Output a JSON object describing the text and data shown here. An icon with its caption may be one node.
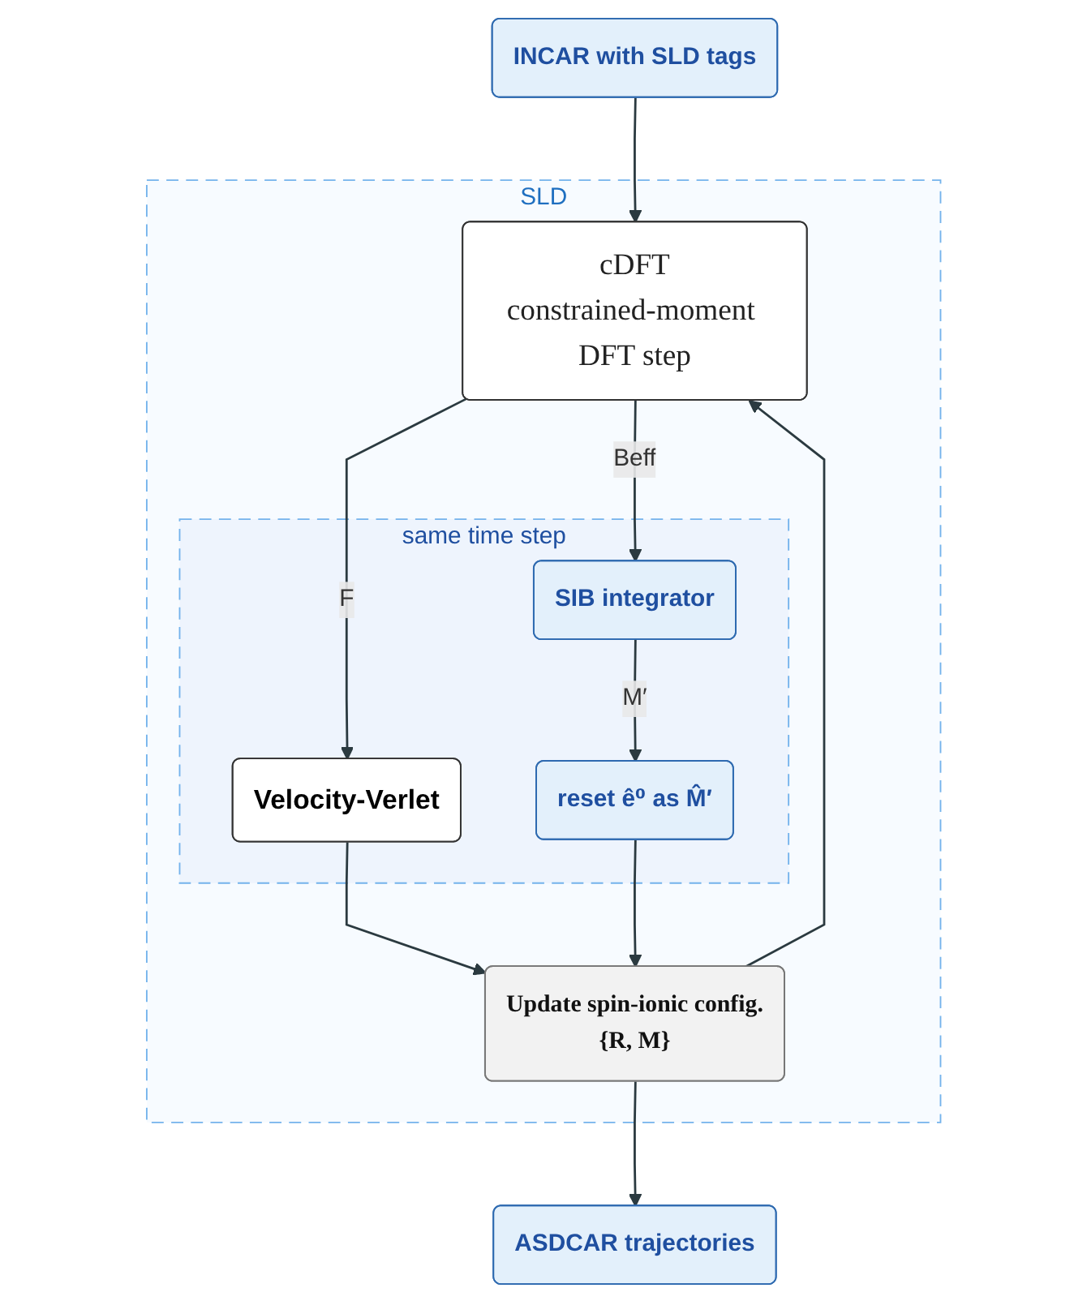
{
  "diagram": {
    "nodes": [
      {
        "text": [
          "INCAR with SLD tags"
        ]
      },
      {
        "text": [
          "SLD"
        ]
      },
      {
        "text": [
          "cDFT",
          "constrained-moment DFT step"
        ],
        "in": 1
      },
      {
        "text": [
          "same time step"
        ],
        "in": 1
      },
      {
        "text": [
          "Velocity-Verlet"
        ],
        "in": 3
      },
      {
        "text": [
          "SIB integrator"
        ],
        "in": 3
      },
      {
        "text": [
          "reset ê⁰ as M̂′"
        ],
        "in": 3
      },
      {
        "text": [
          "Update spin-ionic config.",
          "{R, M}"
        ],
        "in": 1
      },
      {
        "text": [
          "ASDCAR trajectories"
        ]
      }
    ],
    "edges": [
      {
        "from": 0,
        "to": 2,
        "arrow": "to"
      },
      {
        "from": 2,
        "to": 4,
        "label": "F",
        "arrow": "to"
      },
      {
        "from": 2,
        "to": 5,
        "label": "Beff",
        "arrow": "to"
      },
      {
        "from": 5,
        "to": 6,
        "label": "M′",
        "arrow": "to"
      },
      {
        "from": 4,
        "to": 7,
        "arrow": "to"
      },
      {
        "from": 6,
        "to": 7,
        "arrow": "to"
      },
      {
        "from": 7,
        "to": 2,
        "arrow": "to"
      },
      {
        "from": 7,
        "to": 8,
        "arrow": "to"
      }
    ]
  }
}
